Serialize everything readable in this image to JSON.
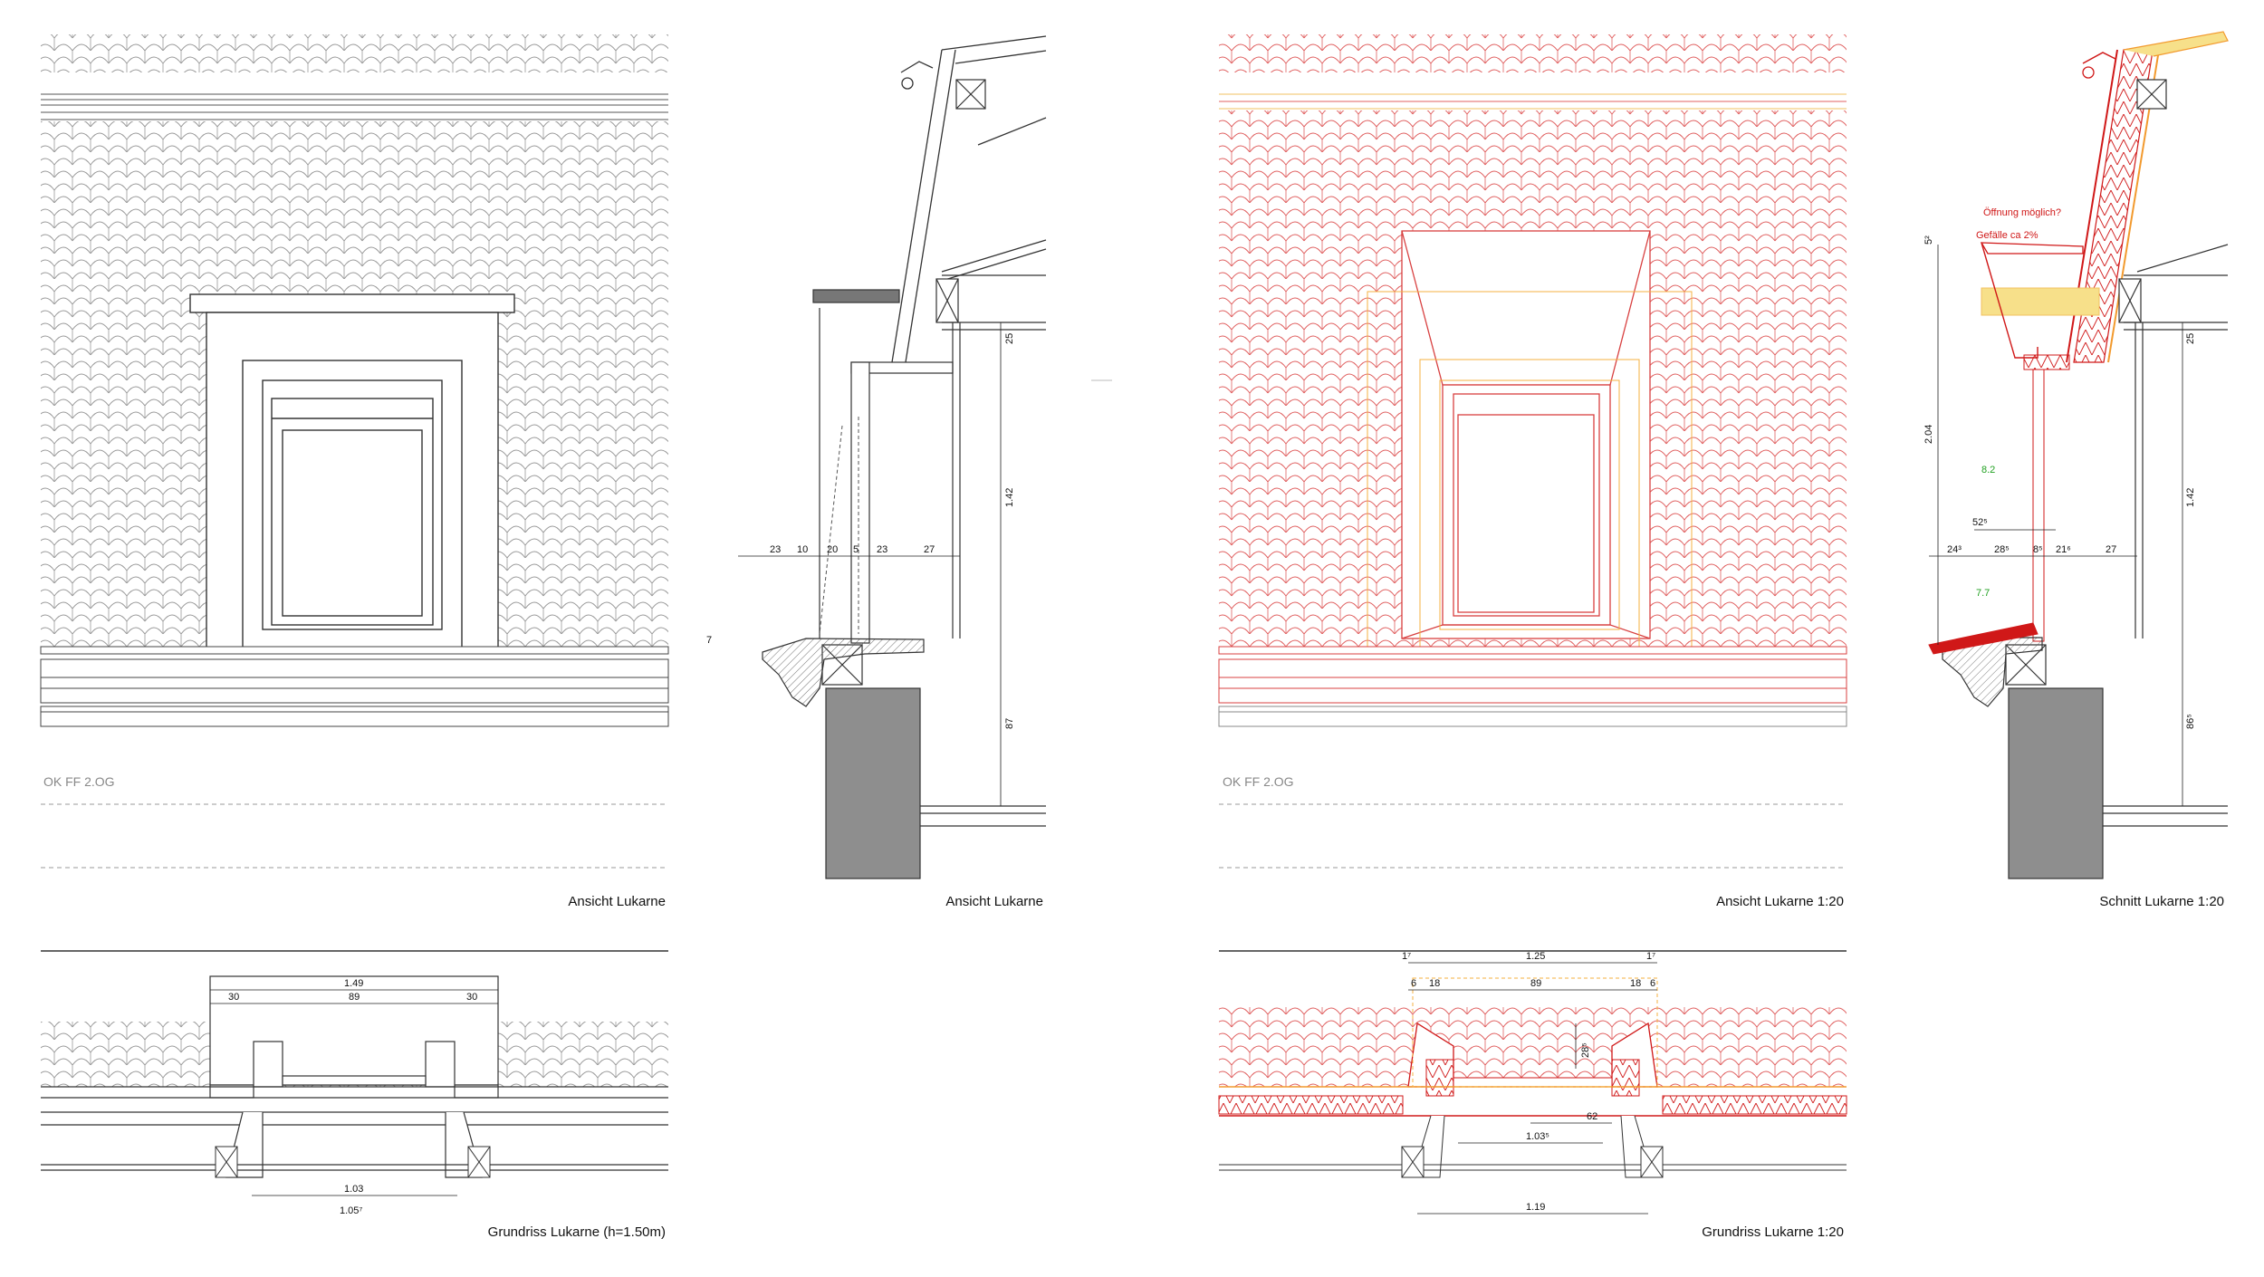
{
  "captions": {
    "ansicht_existing": "Ansicht Lukarne",
    "schnitt_existing": "Ansicht Lukarne",
    "ansicht_new": "Ansicht Lukarne 1:20",
    "schnitt_new": "Schnitt Lukarne 1:20",
    "grundriss_existing": "Grundriss Lukarne (h=1.50m)",
    "grundriss_new": "Grundriss Lukarne 1:20"
  },
  "level_labels": {
    "existing": "OK FF 2.OG",
    "new": "OK FF 2.OG"
  },
  "notes": {
    "opening": "Öffnung möglich?",
    "slope": "Gefälle ca 2%"
  },
  "dims": {
    "section_existing": {
      "h": [
        "23",
        "10",
        "20",
        "5",
        "23",
        "27"
      ],
      "v": [
        "25",
        "1.42",
        "87"
      ],
      "small": "7"
    },
    "section_new": {
      "h": [
        "24³",
        "28⁵",
        "8⁵",
        "21⁶",
        "27"
      ],
      "h_upper": "52⁵",
      "v": [
        "25",
        "1.42",
        "86⁵"
      ],
      "tall": "2.04",
      "top": "5²",
      "green": [
        "8.2",
        "7.7"
      ]
    },
    "plan_existing": {
      "total": "1.49",
      "parts": [
        "30",
        "89",
        "30"
      ],
      "inner": "1.03",
      "bottom": "1.05⁷"
    },
    "plan_new": {
      "total": "1.25",
      "edge": [
        "1⁷",
        "1⁷"
      ],
      "parts": [
        "6",
        "18",
        "89",
        "18",
        "6"
      ],
      "depth": "28⁵",
      "mid": "62",
      "inner": "1.03⁵",
      "bottom": "1.19"
    }
  },
  "colors": {
    "ink": "#3a3a3a",
    "red": "#d01818",
    "orange": "#f29a2e",
    "yellow": "#f7e08a",
    "green": "#21a121",
    "grey_fill": "#8e8e8e"
  }
}
